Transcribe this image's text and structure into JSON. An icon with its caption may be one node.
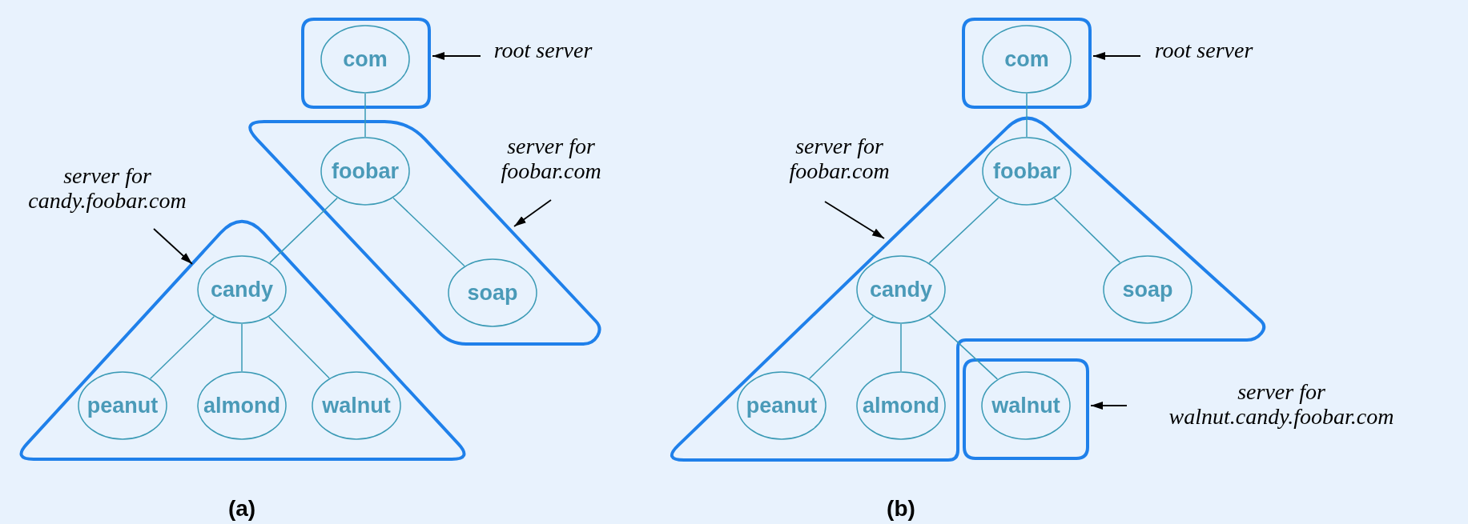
{
  "diagram": {
    "nodes": [
      {
        "text": [],
        "shape": "box"
      },
      {
        "text": [
          "com"
        ],
        "in": 0
      },
      {
        "text": [
          "root server"
        ]
      },
      {
        "text": [],
        "shape": "polygon"
      },
      {
        "text": [
          "foobar"
        ],
        "in": 3
      },
      {
        "text": [
          "server for foobar.com"
        ]
      },
      {
        "text": [
          "server for candy.foobar.com"
        ]
      },
      {
        "text": [],
        "shape": "triangle"
      },
      {
        "text": [
          "candy"
        ],
        "in": 7
      },
      {
        "text": [
          "soap"
        ],
        "in": 3
      },
      {
        "text": [
          "peanut"
        ],
        "in": 7
      },
      {
        "text": [
          "almond"
        ],
        "in": 7
      },
      {
        "text": [
          "walnut"
        ],
        "in": 7
      },
      {
        "text": [],
        "shape": "box"
      },
      {
        "text": [
          "com"
        ],
        "in": 13
      },
      {
        "text": [
          "root server"
        ]
      },
      {
        "text": [
          "server for foobar.com"
        ]
      },
      {
        "text": [],
        "shape": "polygon"
      },
      {
        "text": [
          "foobar"
        ],
        "in": 17
      },
      {
        "text": [
          "candy"
        ],
        "in": 17
      },
      {
        "text": [
          "soap"
        ],
        "in": 17
      },
      {
        "text": [
          "peanut"
        ],
        "in": 17
      },
      {
        "text": [
          "almond"
        ],
        "in": 17
      },
      {
        "text": [],
        "shape": "box"
      },
      {
        "text": [
          "walnut"
        ],
        "in": 23
      },
      {
        "text": [
          "server for walnut.candy.foobar.com"
        ]
      }
    ],
    "edges": [
      {
        "from": 1,
        "to": 4,
        "arrow": "none"
      },
      {
        "from": 4,
        "to": 8,
        "arrow": "none"
      },
      {
        "from": 4,
        "to": 9,
        "arrow": "none"
      },
      {
        "from": 8,
        "to": 10,
        "arrow": "none"
      },
      {
        "from": 8,
        "to": 11,
        "arrow": "none"
      },
      {
        "from": 8,
        "to": 12,
        "arrow": "none"
      },
      {
        "from": 2,
        "to": 0,
        "arrow": "to",
        "color": "#000000"
      },
      {
        "from": 5,
        "to": 3,
        "arrow": "to",
        "color": "#000000"
      },
      {
        "from": 6,
        "to": 7,
        "arrow": "to",
        "color": "#000000"
      },
      {
        "from": 14,
        "to": 18,
        "arrow": "none"
      },
      {
        "from": 18,
        "to": 19,
        "arrow": "none"
      },
      {
        "from": 18,
        "to": 20,
        "arrow": "none"
      },
      {
        "from": 19,
        "to": 21,
        "arrow": "none"
      },
      {
        "from": 19,
        "to": 22,
        "arrow": "none"
      },
      {
        "from": 19,
        "to": 24,
        "arrow": "none"
      },
      {
        "from": 15,
        "to": 13,
        "arrow": "to",
        "color": "#000000"
      },
      {
        "from": 16,
        "to": 17,
        "arrow": "to",
        "color": "#000000"
      },
      {
        "from": 25,
        "to": 23,
        "arrow": "to",
        "color": "#000000"
      }
    ],
    "labels": [
      "(a)",
      "(b)"
    ]
  }
}
